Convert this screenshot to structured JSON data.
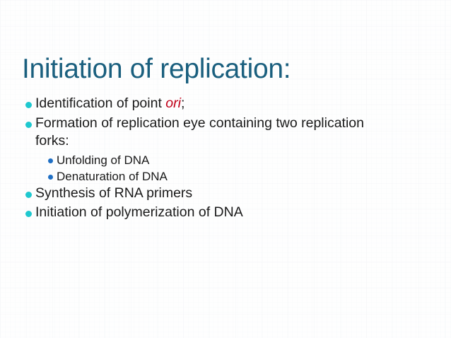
{
  "slide": {
    "title": "Initiation of replication:",
    "colors": {
      "title": "#1a5f7e",
      "body_text": "#1a1a1a",
      "bullet_level1": "#1fc8cf",
      "bullet_level2": "#1f6fc4",
      "emphasis_ori": "#c00018",
      "background": "#fcfcfd"
    },
    "bullets": [
      {
        "level": 1,
        "text_before": "Identification of point ",
        "emphasis": "ori",
        "text_after": ";",
        "full_text": "Identification of point ori;"
      },
      {
        "level": 1,
        "full_text": "Formation of replication eye containing two replication forks:"
      },
      {
        "level": 2,
        "full_text": "Unfolding of DNA"
      },
      {
        "level": 2,
        "full_text": "Denaturation of DNA"
      },
      {
        "level": 1,
        "full_text": "Synthesis of RNA primers"
      },
      {
        "level": 1,
        "full_text": "Initiation of polymerization of DNA"
      }
    ]
  }
}
